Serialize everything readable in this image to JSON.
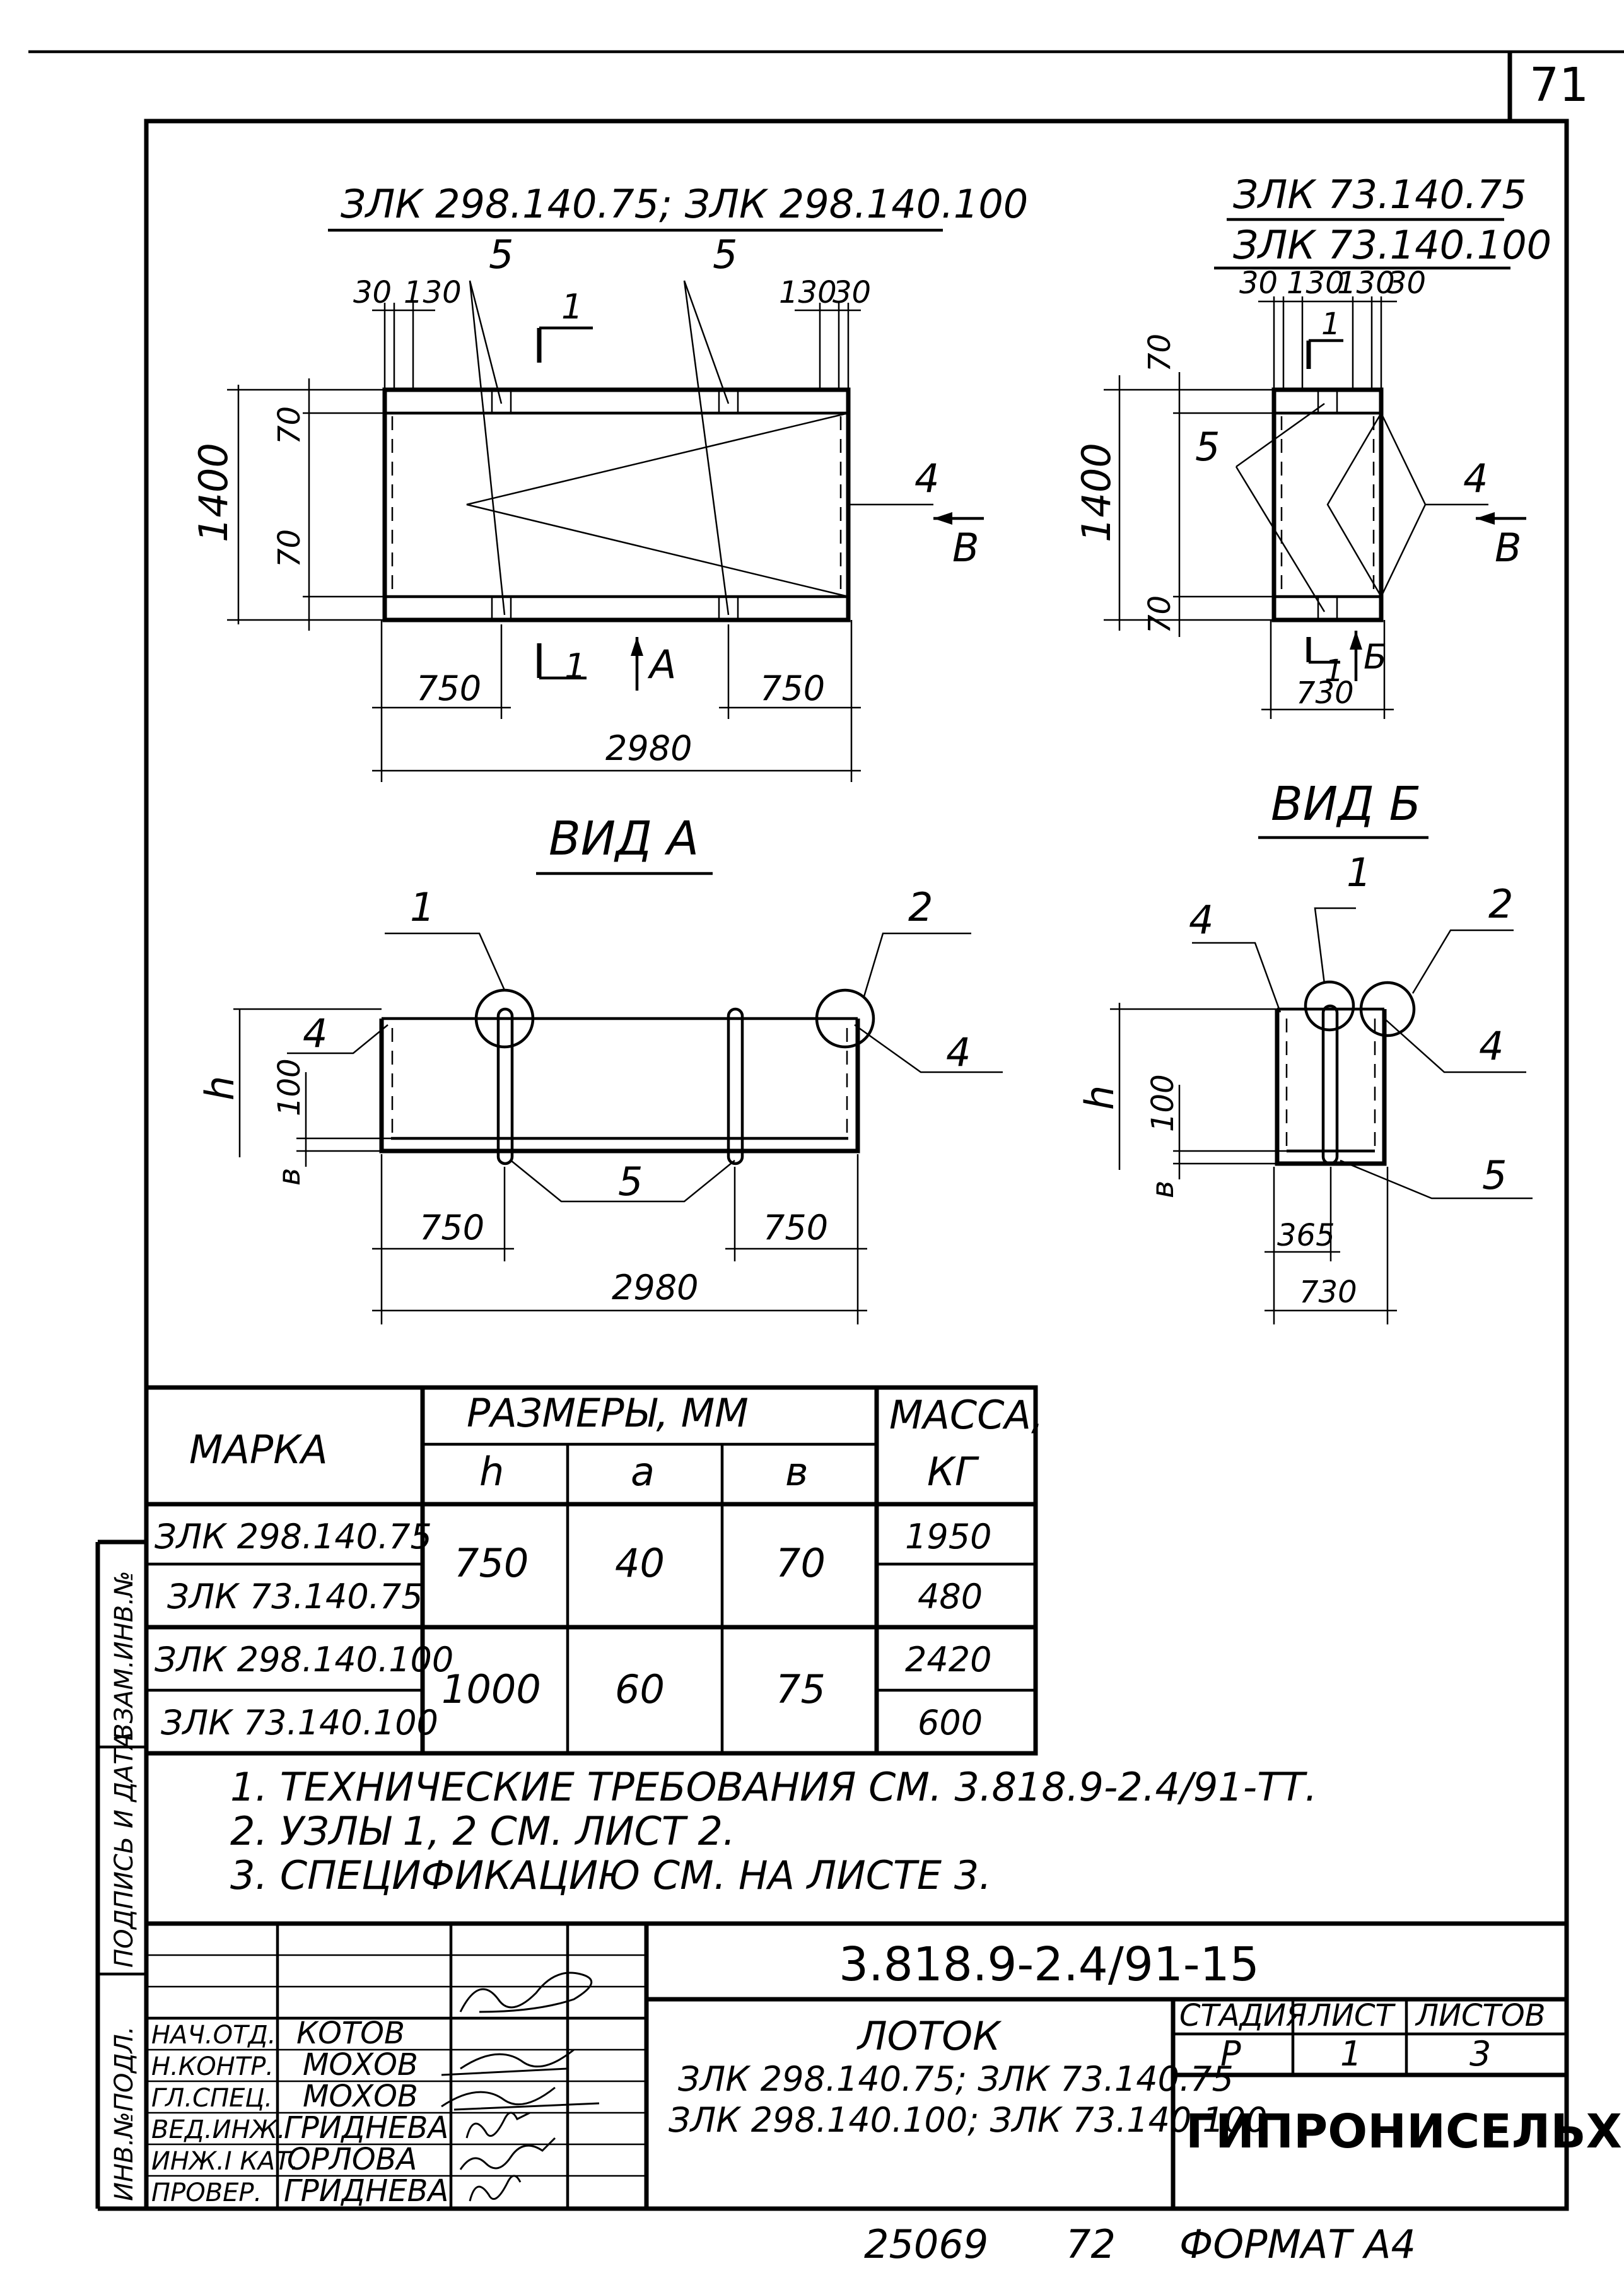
{
  "sheet": {
    "page_number": "71",
    "bottom_number": "25069",
    "bottom_page": "72",
    "format": "ФОРМАТ А4"
  },
  "plan_left": {
    "title": "ЗЛК 298.140.75; ЗЛК 298.140.100",
    "dims": {
      "d30a": "30",
      "d130a": "130",
      "d130b": "130",
      "d30b": "30",
      "h1400": "1400",
      "d70a": "70",
      "d70b": "70",
      "d750a": "750",
      "d750b": "750",
      "d2980": "2980"
    },
    "labels": {
      "p5a": "5",
      "p5b": "5",
      "p4": "4",
      "cut1": "1",
      "cut1b": "1",
      "arrowA": "А",
      "arrowB": "В"
    }
  },
  "plan_right": {
    "title1": "ЗЛК 73.140.75",
    "title2": "ЗЛК 73.140.100",
    "dims": {
      "d30a": "30",
      "d130a": "130",
      "d130b": "130",
      "d30b": "30",
      "h1400": "1400",
      "d70a": "70",
      "d70b": "70",
      "d730": "730"
    },
    "labels": {
      "p5": "5",
      "p4": "4",
      "cut1": "1",
      "cut1b": "1",
      "arrowB": "Б",
      "arrowV": "В"
    }
  },
  "view_a": {
    "title": "ВИД А",
    "labels": {
      "n1": "1",
      "n2": "2",
      "n4a": "4",
      "n4b": "4",
      "n5": "5",
      "h": "h",
      "d100": "100",
      "b": "в"
    },
    "dims": {
      "d750a": "750",
      "d750b": "750",
      "d2980": "2980"
    }
  },
  "view_b": {
    "title": "ВИД Б",
    "labels": {
      "n1": "1",
      "n2": "2",
      "n4a": "4",
      "n4b": "4",
      "n5": "5",
      "h": "h",
      "d100": "100",
      "b": "в"
    },
    "dims": {
      "d365": "365",
      "d730": "730"
    }
  },
  "table": {
    "col_mark": "МАРКА",
    "col_dims": "РАЗМЕРЫ, ММ",
    "col_h": "h",
    "col_a": "а",
    "col_b": "в",
    "col_mass": "МАССА,",
    "col_mass_unit": "КГ",
    "groups": [
      {
        "h": "750",
        "a": "40",
        "b": "70",
        "rows": [
          {
            "mark": "ЗЛК 298.140.75",
            "mass": "1950"
          },
          {
            "mark": "ЗЛК 73.140.75",
            "mass": "480"
          }
        ]
      },
      {
        "h": "1000",
        "a": "60",
        "b": "75",
        "rows": [
          {
            "mark": "ЗЛК 298.140.100",
            "mass": "2420"
          },
          {
            "mark": "ЗЛК 73.140.100",
            "mass": "600"
          }
        ]
      }
    ]
  },
  "notes": [
    "1. ТЕХНИЧЕСКИЕ ТРЕБОВАНИЯ СМ. 3.818.9-2.4/91-ТТ.",
    "2. УЗЛЫ 1, 2 СМ. ЛИСТ 2.",
    "3. СПЕЦИФИКАЦИЮ СМ. НА ЛИСТЕ 3."
  ],
  "side_stamp": {
    "inv_orig": "ИНВ.№ПОДЛ.",
    "sign_date": "ПОДПИСЬ И ДАТА",
    "vzam_inv": "ВЗАМ.ИНВ.№"
  },
  "title_block": {
    "doc_code": "3.818.9-2.4/91-15",
    "product": "ЛОТОК",
    "marks": [
      "ЗЛК 298.140.75; ЗЛК 73.140.75",
      "ЗЛК 298.140.100; ЗЛК 73.140.100"
    ],
    "stage_label": "СТАДИЯ",
    "sheet_label": "ЛИСТ",
    "sheets_label": "ЛИСТОВ",
    "stage": "Р",
    "sheet": "1",
    "sheets": "3",
    "org": "ГИПРОНИСЕЛЬХОЗ",
    "people": [
      {
        "role": "НАЧ.ОТД.",
        "name": "КОТОВ"
      },
      {
        "role": "Н.КОНТР.",
        "name": "МОХОВ"
      },
      {
        "role": "ГЛ.СПЕЦ.",
        "name": "МОХОВ"
      },
      {
        "role": "ВЕД.ИНЖ.",
        "name": "ГРИДНЕВА"
      },
      {
        "role": "ИНЖ.I КАТ.",
        "name": "ОРЛОВА"
      },
      {
        "role": "ПРОВЕР.",
        "name": "ГРИДНЕВА"
      }
    ]
  }
}
